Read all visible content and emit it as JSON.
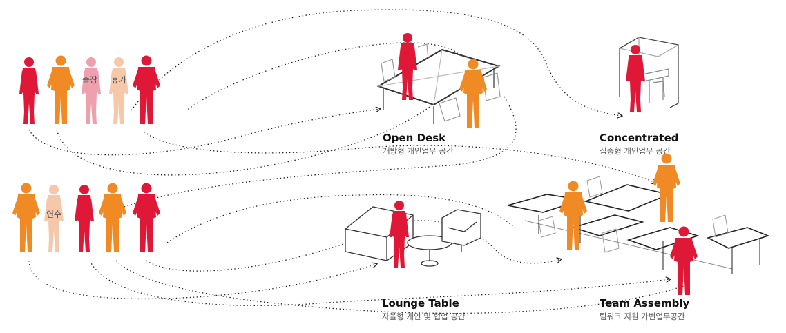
{
  "colors": {
    "red": "#e01838",
    "orange": "#f08a24",
    "pink": "#eea0ae",
    "peach": "#f6c8aa",
    "line": "#222222"
  },
  "people": {
    "business_trip": "출장",
    "vacation": "휴가",
    "training": "연수"
  },
  "zones": {
    "open_desk": {
      "title": "Open Desk",
      "subtitle": "개방형 개인업무 공간"
    },
    "concentrated": {
      "title": "Concentrated",
      "subtitle": "집중형 개인업무 공간"
    },
    "lounge_table": {
      "title": "Lounge Table",
      "subtitle": "자율형 개인 및 협업 공간"
    },
    "team_assembly": {
      "title": "Team Assembly",
      "subtitle": "팀워크 지원 가변업무공간"
    }
  }
}
